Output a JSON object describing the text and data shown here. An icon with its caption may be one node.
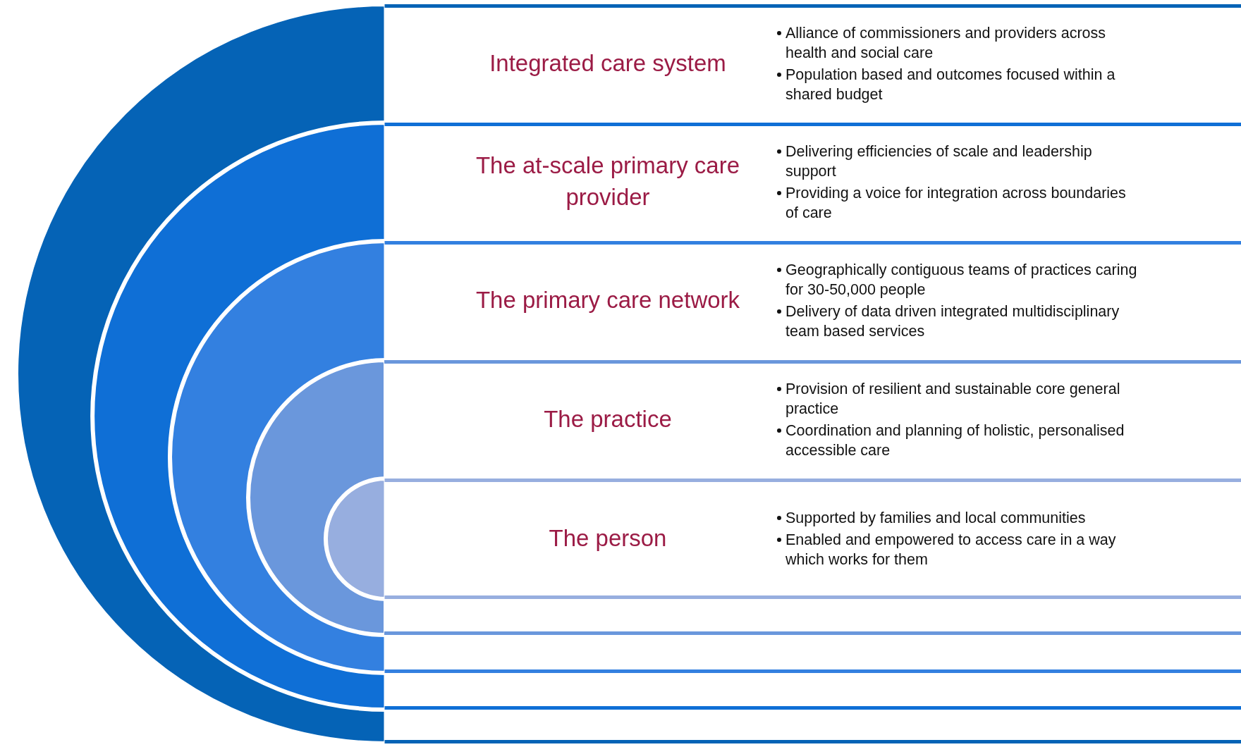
{
  "diagram": {
    "nodes": [
      {
        "text": [
          "Integrated care system",
          "Alliance of commissioners and providers across health and social care",
          "Population based and outcomes focused within a shared budget"
        ]
      },
      {
        "text": [
          "The at-scale primary care provider",
          "Delivering efficiencies of scale and leadership support",
          "Providing a voice for integration across boundaries of care"
        ],
        "in": 0
      },
      {
        "text": [
          "The primary care network",
          "Geographically contiguous teams of practices caring for 30-50,000 people",
          "Delivery of data driven integrated multidisciplinary team based services"
        ],
        "in": 1
      },
      {
        "text": [
          "The practice",
          "Provision of resilient and sustainable core general practice",
          "Coordination and planning of holistic, personalised accessible care"
        ],
        "in": 2
      },
      {
        "text": [
          "The person",
          "Supported by families and local communities",
          "Enabled and empowered to access care in a way which works for them"
        ],
        "in": 3
      }
    ]
  }
}
